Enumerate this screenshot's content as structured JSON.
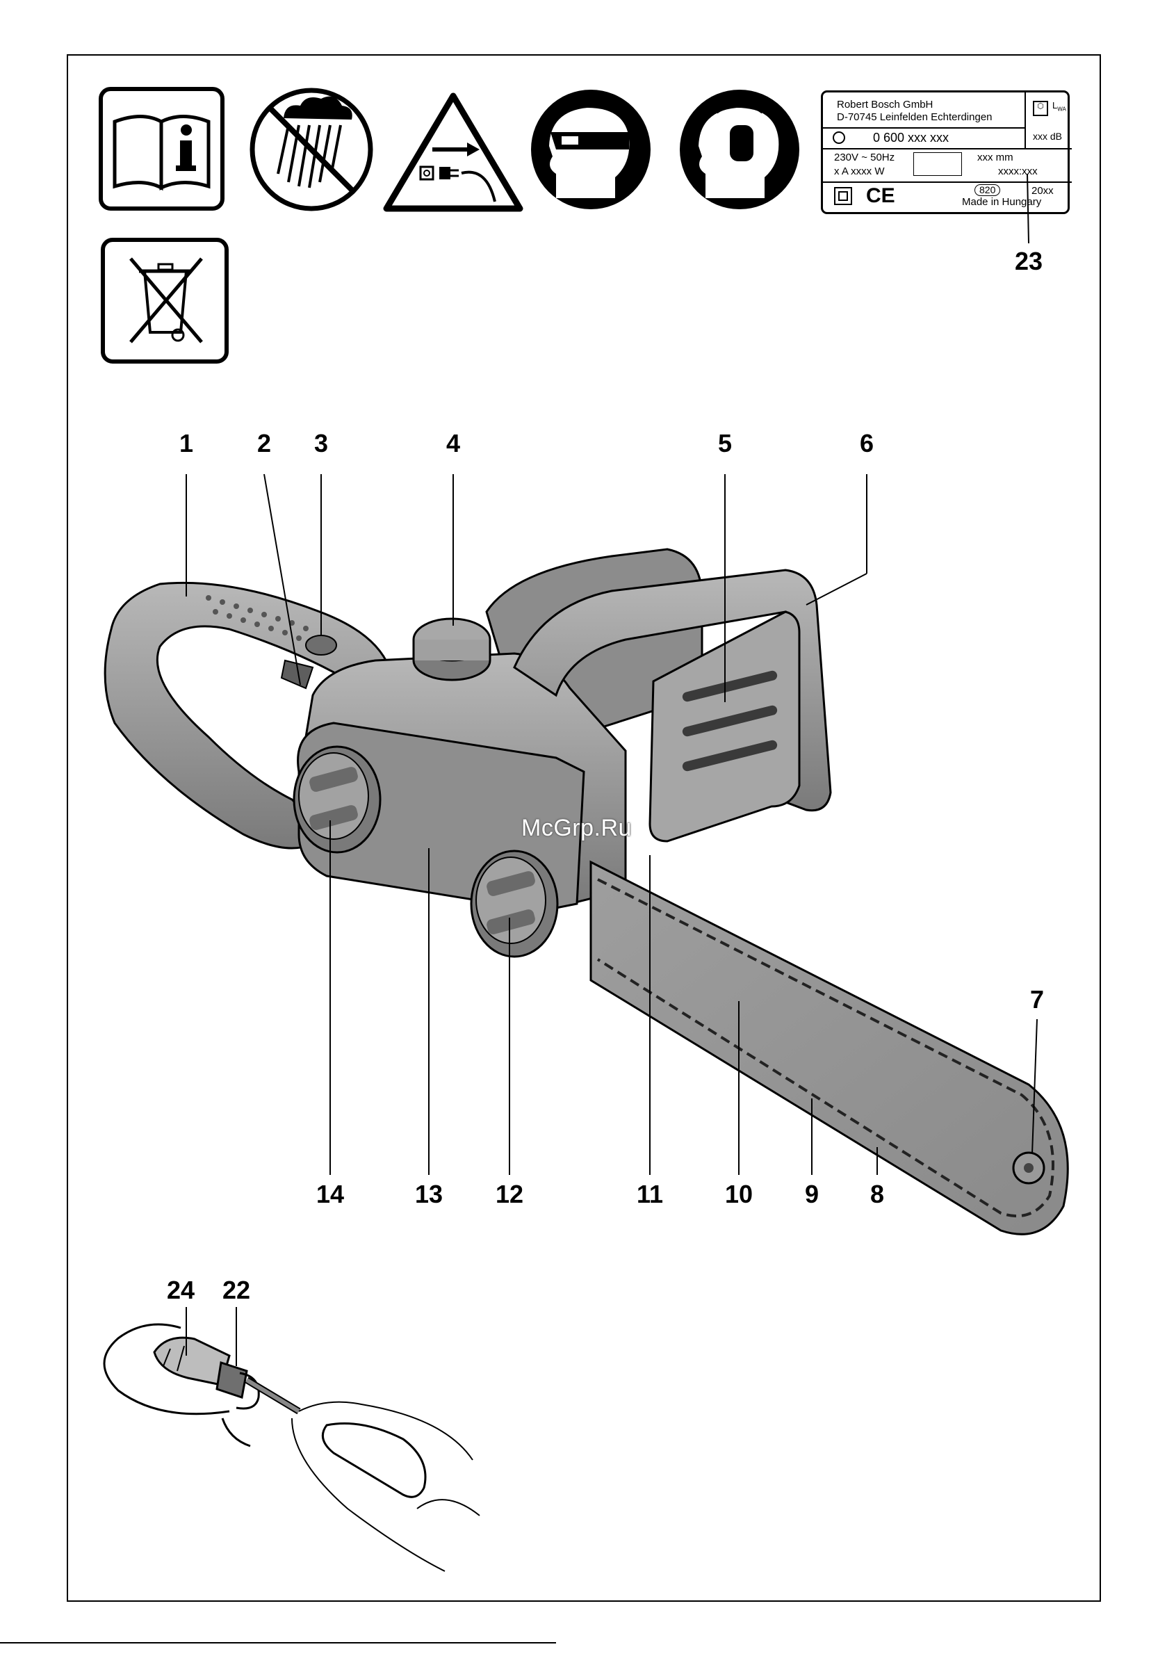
{
  "callouts": {
    "c1": "1",
    "c2": "2",
    "c3": "3",
    "c4": "4",
    "c5": "5",
    "c6": "6",
    "c7": "7",
    "c8": "8",
    "c9": "9",
    "c10": "10",
    "c11": "11",
    "c12": "12",
    "c13": "13",
    "c14": "14",
    "c22": "22",
    "c23": "23",
    "c24": "24"
  },
  "rating_plate": {
    "manufacturer": "Robert Bosch GmbH",
    "address": "D-70745 Leinfelden Echterdingen",
    "part_number": "0 600 xxx xxx",
    "voltage": "230V ~ 50Hz",
    "current_power": "x A xxxx W",
    "bar_length": "xxx mm",
    "serial": "xxxx:xxx",
    "noise_label": "L",
    "noise_sub": "WA",
    "noise_value": "xxx dB",
    "ce_mark": "CE",
    "cert_code": "820",
    "year": "20xx",
    "origin": "Made in Hungary"
  },
  "watermark": "McGrp.Ru",
  "icons": [
    "read-manual-icon",
    "no-rain-icon",
    "unplug-warning-icon",
    "eye-protection-icon",
    "ear-protection-icon",
    "no-household-waste-icon"
  ],
  "colors": {
    "tool_body": "#9a9a9a",
    "tool_dark": "#6e6e6e",
    "tool_light": "#c8c8c8",
    "line": "#000000"
  }
}
